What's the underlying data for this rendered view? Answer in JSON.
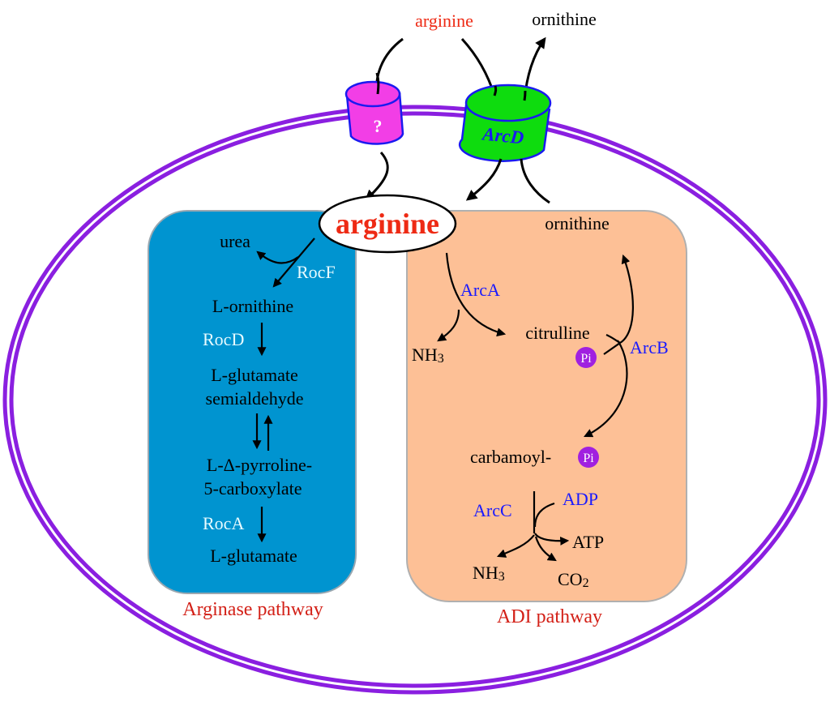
{
  "colors": {
    "membrane": "#8a1fe0",
    "arginase_box": "#0094d0",
    "adi_box": "#fdc096",
    "transporter_unknown": "#f23ee6",
    "transporter_arcd": "#0edc0e",
    "transporter_outline": "#1a1af0",
    "phosphate_badge": "#a020e0",
    "enzyme_blue": "#1a1aff",
    "enzyme_white": "#e8fbff",
    "caption_red": "#d32017",
    "arginine_red": "#ee2a14"
  },
  "outside": {
    "arginine": "arginine",
    "ornithine": "ornithine"
  },
  "transporters": {
    "unknown": "?",
    "arcd": "ArcD"
  },
  "center": {
    "arginine": "arginine"
  },
  "arginase": {
    "urea": "urea",
    "rocf": "RocF",
    "l_ornithine": "L-ornithine",
    "rocd": "RocD",
    "glutamate_semialdehyde_1": "L-glutamate",
    "glutamate_semialdehyde_2": "semialdehyde",
    "p5c_1": "L-Δ-pyrroline-",
    "p5c_2": "5-carboxylate",
    "roca": "RocA",
    "l_glutamate": "L-glutamate",
    "caption": "Arginase pathway"
  },
  "adi": {
    "ornithine": "ornithine",
    "arca": "ArcA",
    "nh3_a_main": "NH",
    "nh3_a_sub": "3",
    "citrulline": "citrulline",
    "pi_1": "Pi",
    "arcb": "ArcB",
    "carbamoyl": "carbamoyl-",
    "pi_2": "Pi",
    "arcc": "ArcC",
    "adp": "ADP",
    "atp": "ATP",
    "nh3_c_main": "NH",
    "nh3_c_sub": "3",
    "co2_main": "CO",
    "co2_sub": "2",
    "caption": "ADI pathway"
  }
}
